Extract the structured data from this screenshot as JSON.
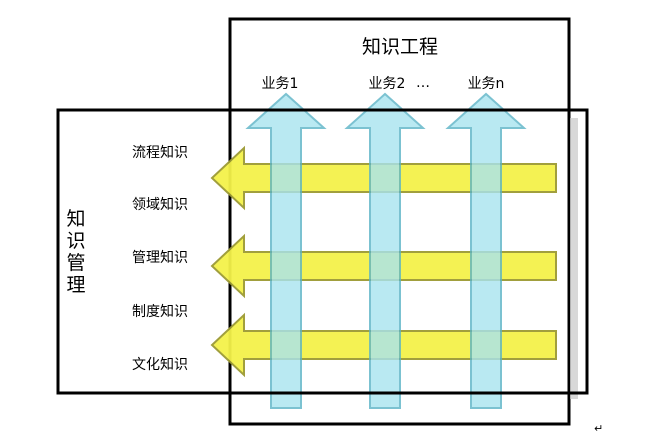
{
  "engineering": {
    "title": "知识工程",
    "business": [
      "业务1",
      "业务2",
      "…",
      "业务n"
    ]
  },
  "management": {
    "title": "知识管理",
    "knowledge_types": [
      "流程知识",
      "领域知识",
      "管理知识",
      "制度知识",
      "文化知识"
    ]
  },
  "corner_mark": "↵",
  "colors": {
    "frame": "#000000",
    "vertical_arrow_fill": "#a8e4f0",
    "vertical_arrow_stroke": "#5bb3c6",
    "horizontal_arrow_fill": "#f4f24a",
    "horizontal_arrow_stroke": "#9c9a33",
    "shadow": "#c8c8c8"
  }
}
